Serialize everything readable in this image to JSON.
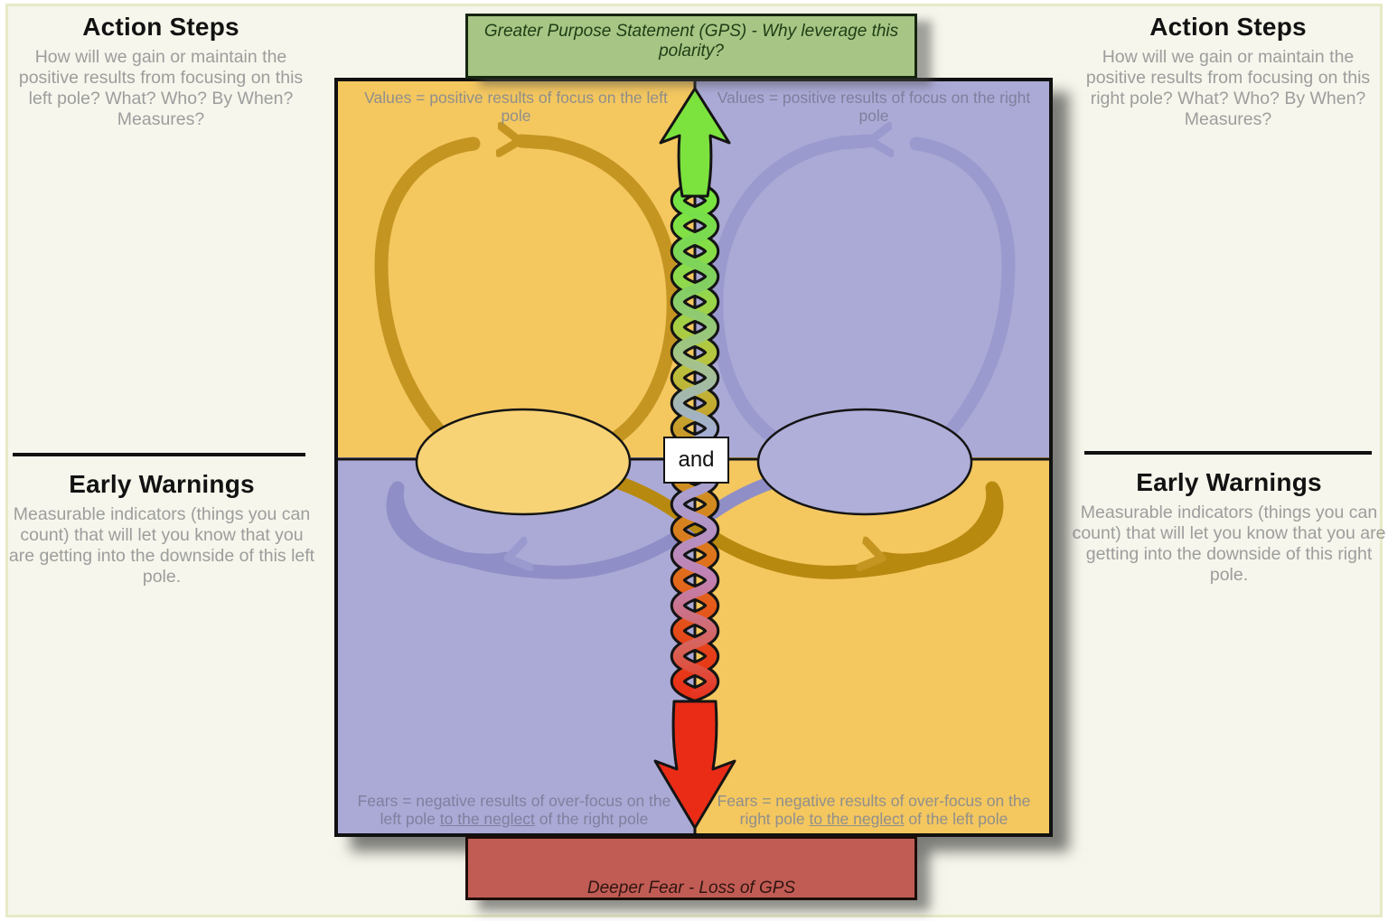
{
  "banners": {
    "gps_label": "Greater Purpose Statement (GPS) - Why leverage this polarity?",
    "deeper_fear_label": "Deeper Fear - Loss of GPS"
  },
  "left_panel": {
    "action_steps_title": "Action Steps",
    "action_steps_body": "How will we gain or maintain the positive results from focusing on this left pole? What? Who? By When? Measures?",
    "early_warnings_title": "Early Warnings",
    "early_warnings_body": "Measurable indicators (things you can count) that will let you know that you are getting into the downside of this left pole."
  },
  "right_panel": {
    "action_steps_title": "Action Steps",
    "action_steps_body": "How will we gain or maintain the positive results from focusing on this right pole? What? Who? By When? Measures?",
    "early_warnings_title": "Early Warnings",
    "early_warnings_body": "Measurable indicators (things you can count) that will let you know that you are getting into the downside of this right pole."
  },
  "map": {
    "top_left_label": "Values = positive results of focus on the left pole",
    "top_right_label": "Values = positive results of focus on the right pole",
    "bottom_left_label": {
      "prefix": "Fears = negative results of over-focus on the left pole ",
      "underlined": "to the neglect",
      "suffix": " of the right pole"
    },
    "bottom_right_label": {
      "prefix": "Fears = negative results of over-focus on the right pole ",
      "underlined": "to the neglect",
      "suffix": " of the left pole"
    },
    "conjunction": "and"
  },
  "colors": {
    "left_pole_fill": "#f4c75f",
    "right_pole_fill": "#abaad6",
    "gold_loop": "#c59522",
    "purple_loop": "#9b9ace",
    "gps_banner_bg": "#a7c584",
    "fear_banner_bg": "#c15c55",
    "upward_arrow_green": "#7ce23e",
    "downward_arrow_red": "#ea2c17",
    "page_bg": "#f6f6ec"
  }
}
